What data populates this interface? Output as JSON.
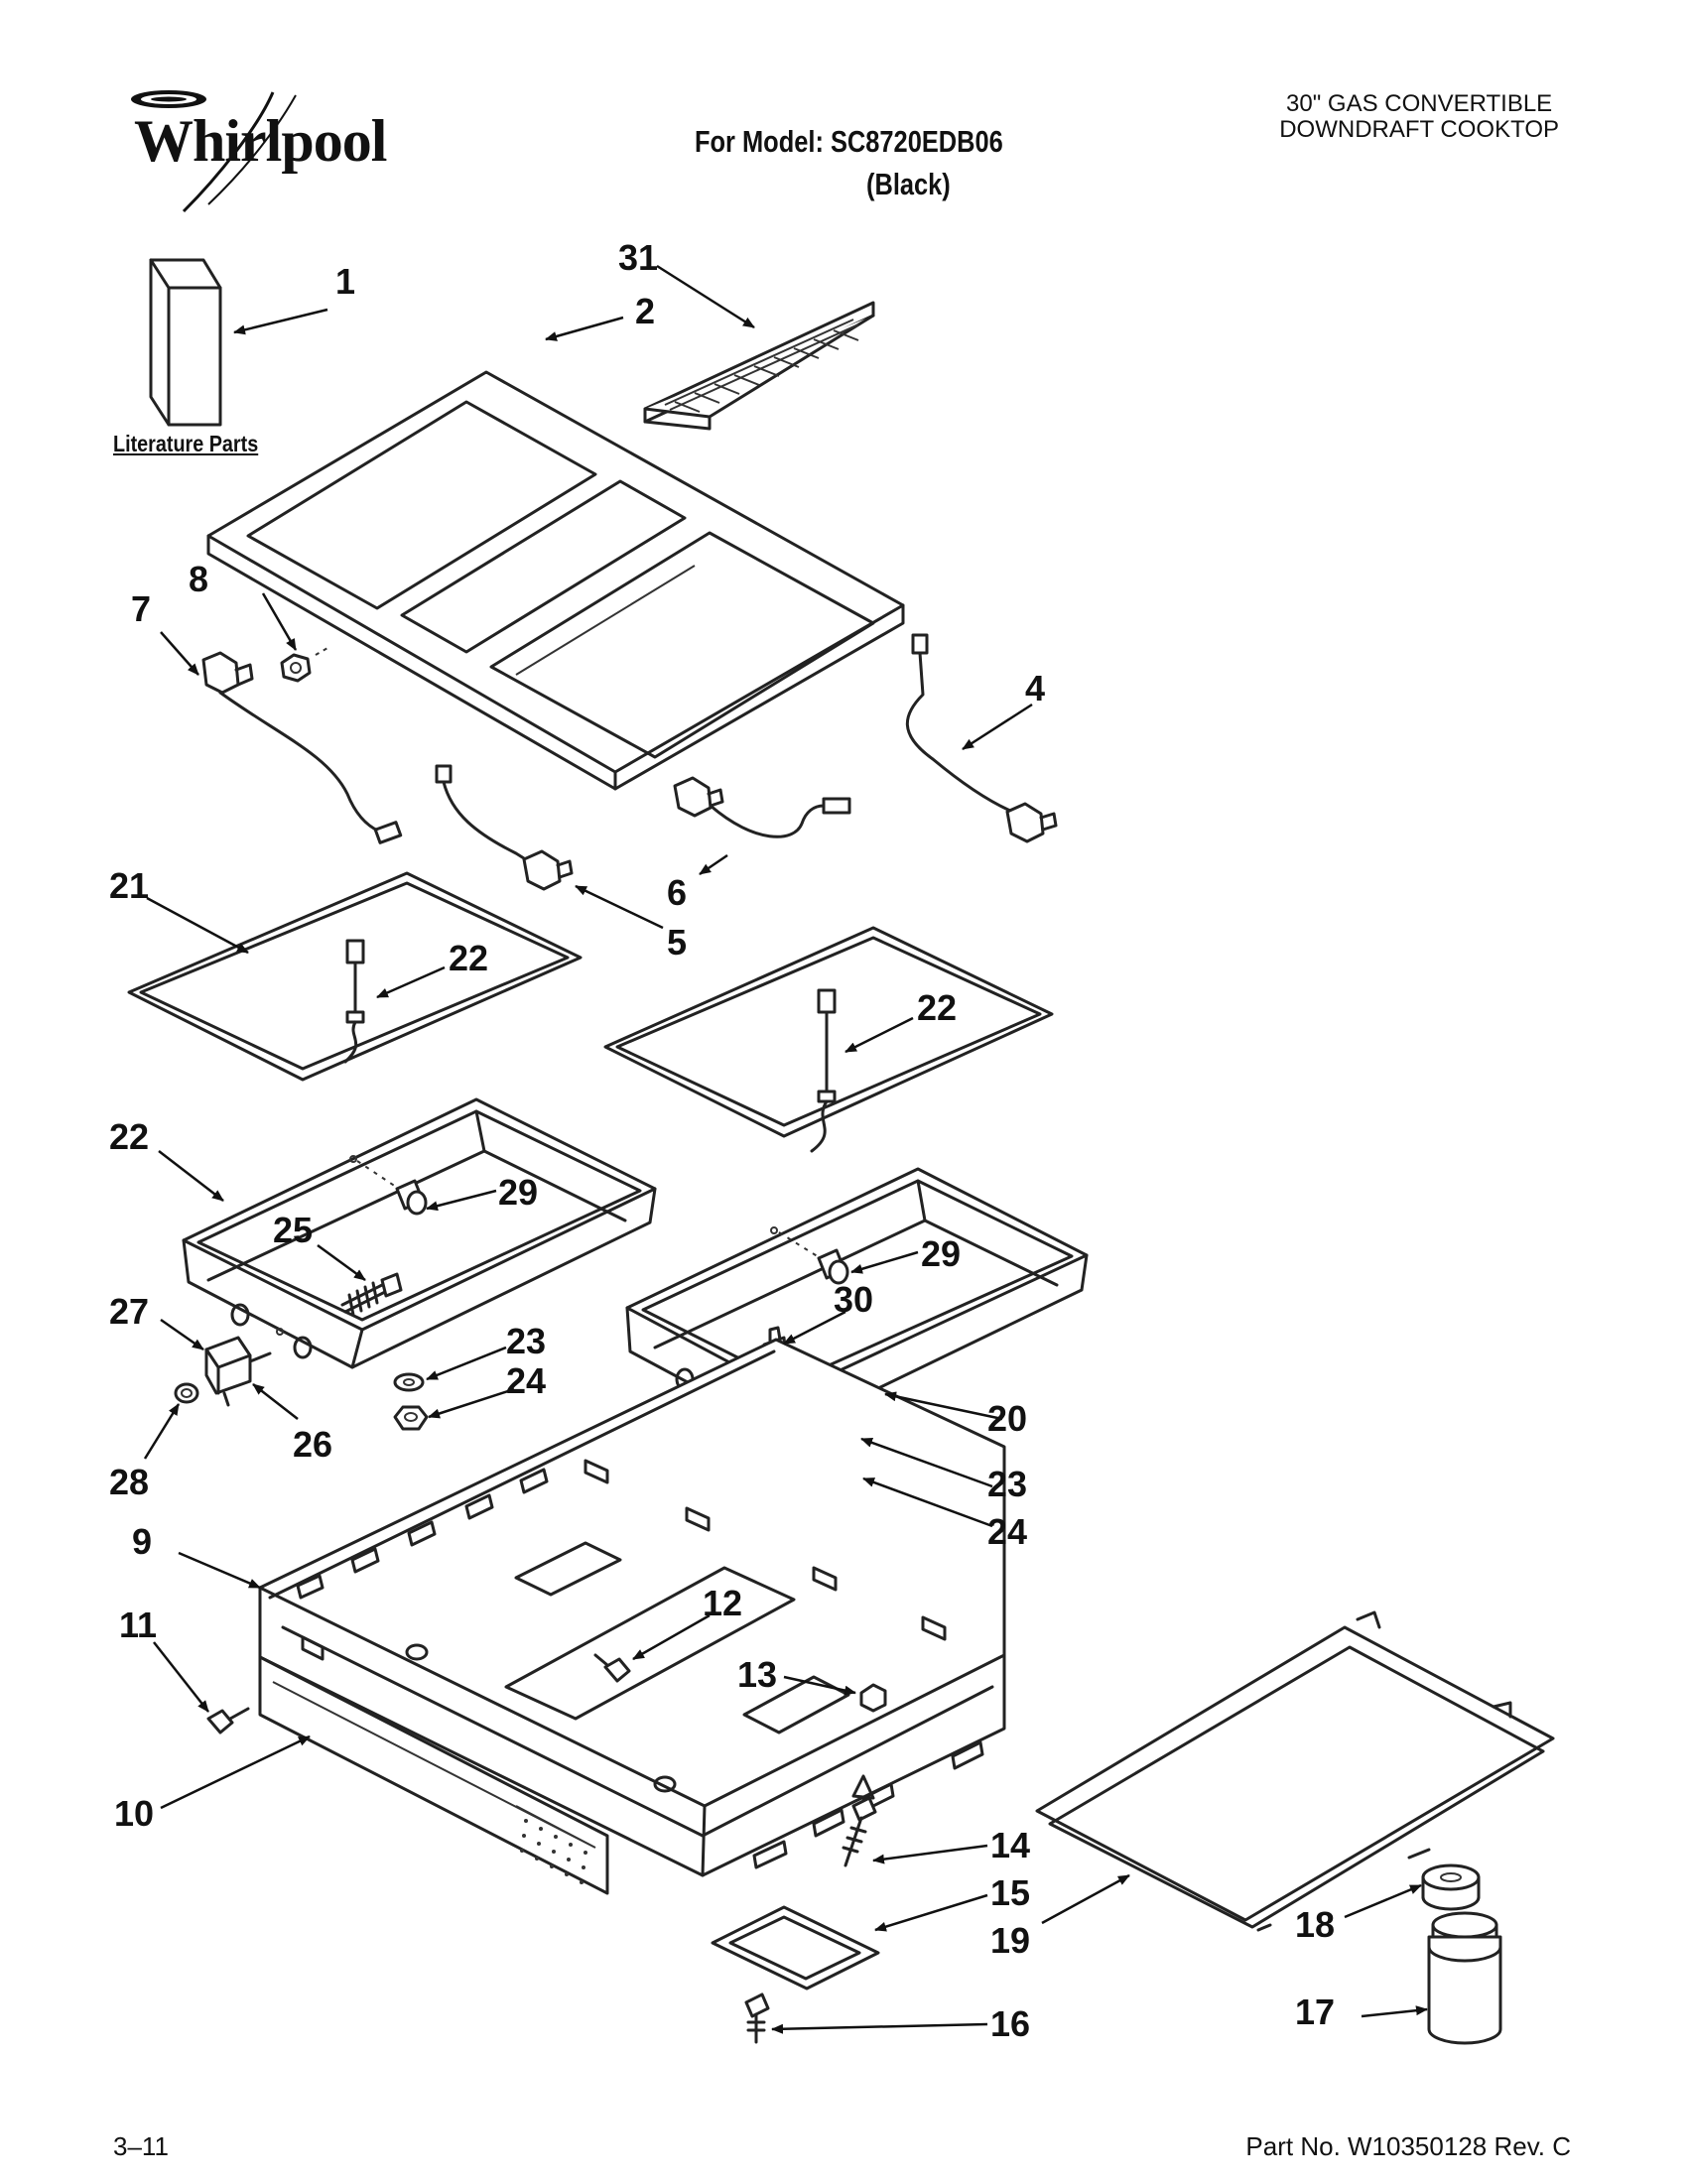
{
  "header": {
    "brand": "Whirlpool",
    "model_line": "For Model: SC8720EDB06",
    "model_color": "(Black)",
    "product_type_line1": "30\" GAS CONVERTIBLE",
    "product_type_line2": "DOWNDRAFT COOKTOP"
  },
  "literature_label": "Literature Parts",
  "callouts": {
    "c1": "1",
    "c2": "2",
    "c4": "4",
    "c5": "5",
    "c6": "6",
    "c7": "7",
    "c8": "8",
    "c9": "9",
    "c10": "10",
    "c11": "11",
    "c12": "12",
    "c13": "13",
    "c14": "14",
    "c15": "15",
    "c16": "16",
    "c17": "17",
    "c18": "18",
    "c19": "19",
    "c20": "20",
    "c21": "21",
    "c22a": "22",
    "c22b": "22",
    "c22c": "22",
    "c23a": "23",
    "c23b": "23",
    "c24a": "24",
    "c24b": "24",
    "c25": "25",
    "c26": "26",
    "c27": "27",
    "c28": "28",
    "c29a": "29",
    "c29b": "29",
    "c30": "30",
    "c31": "31"
  },
  "footer": {
    "page": "3–11",
    "part_number": "Part No. W10350128 Rev. C"
  }
}
